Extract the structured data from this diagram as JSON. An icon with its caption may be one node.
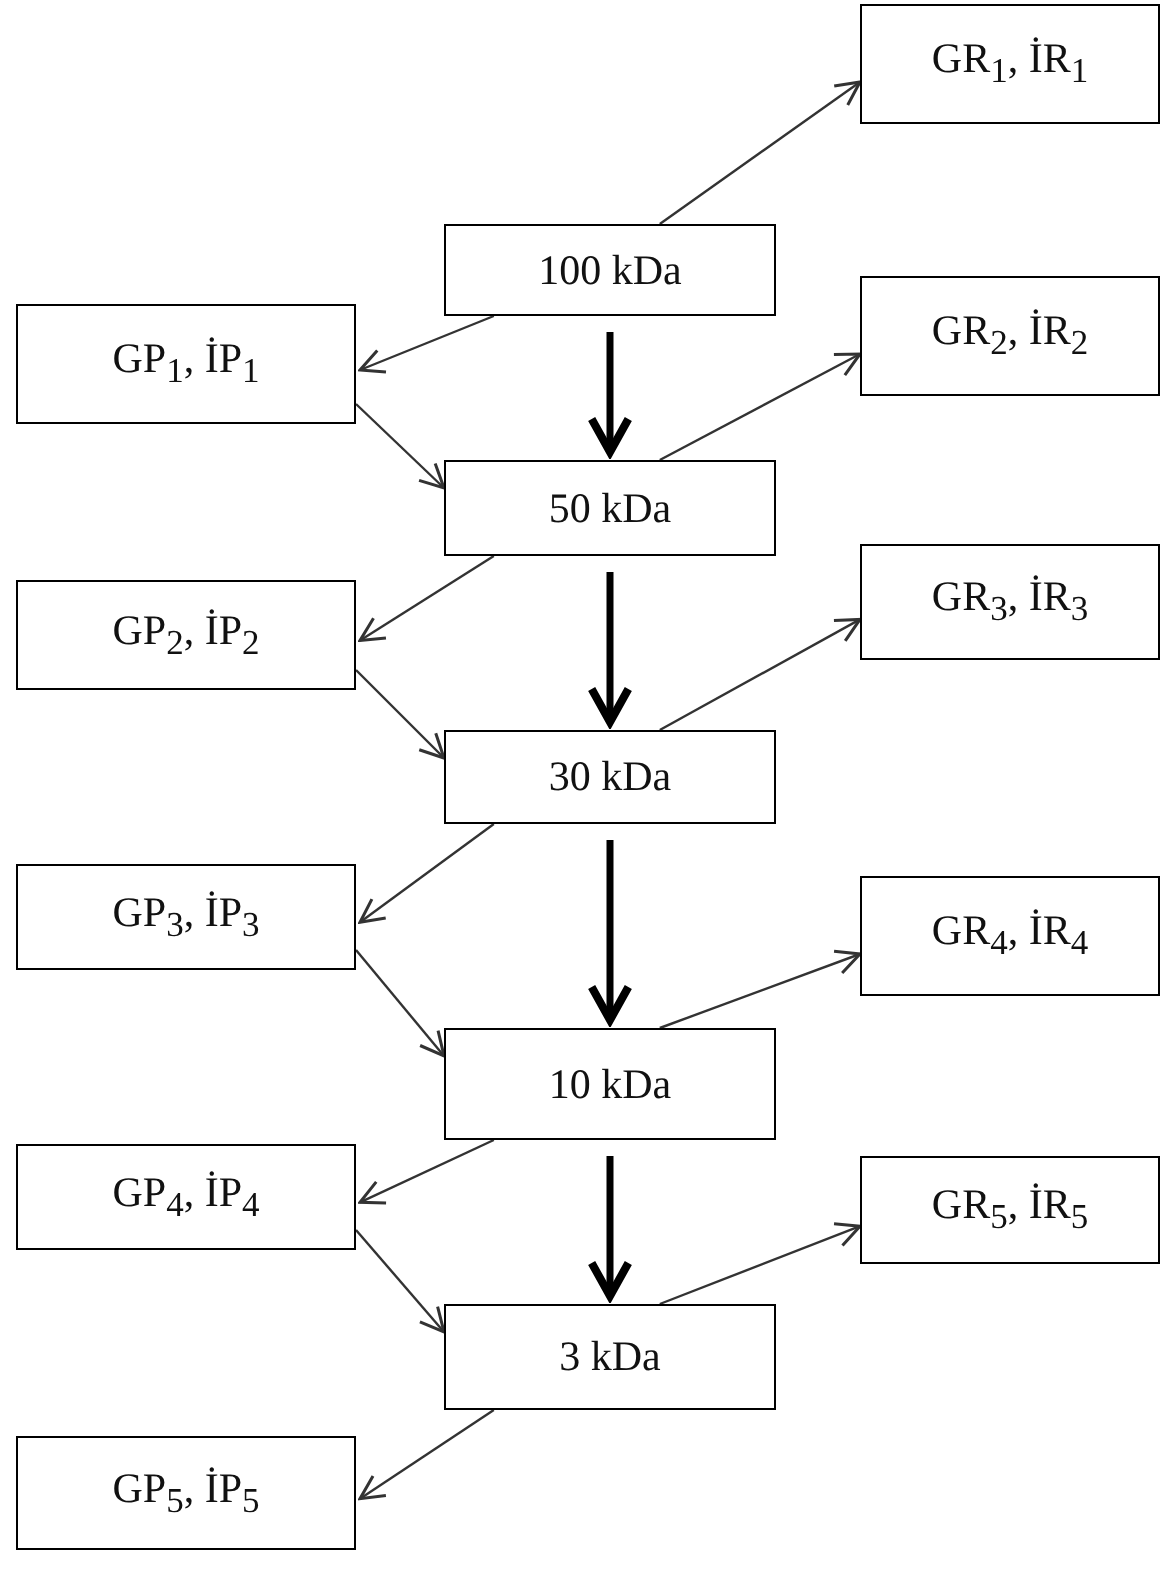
{
  "diagram": {
    "nodes": [
      {
        "text": [
          "GR$_{1}$, İR$_{1}$"
        ]
      },
      {
        "text": [
          "100 kDa"
        ]
      },
      {
        "text": [
          "GP$_{1}$, İP$_{1}$"
        ]
      },
      {
        "text": [
          "GR$_{2}$, İR$_{2}$"
        ]
      },
      {
        "text": [
          "50 kDa"
        ]
      },
      {
        "text": [
          "GP$_{2}$, İP$_{2}$"
        ]
      },
      {
        "text": [
          "GR$_{3}$, İR$_{3}$"
        ]
      },
      {
        "text": [
          "30 kDa"
        ]
      },
      {
        "text": [
          "GP$_{3}$, İP$_{3}$"
        ]
      },
      {
        "text": [
          "GR$_{4}$, İR$_{4}$"
        ]
      },
      {
        "text": [
          "10 kDa"
        ]
      },
      {
        "text": [
          "GP$_{4}$, İP$_{4}$"
        ]
      },
      {
        "text": [
          "GR$_{5}$, İR$_{5}$"
        ]
      },
      {
        "text": [
          "3 kDa"
        ]
      },
      {
        "text": [
          "GP$_{5}$, İP$_{5}$"
        ]
      }
    ],
    "edges": [
      {
        "from": 1,
        "to": 0,
        "arrow": "to"
      },
      {
        "from": 1,
        "to": 2,
        "arrow": "to"
      },
      {
        "from": 1,
        "to": 4,
        "arrow": "to",
        "style": "thick"
      },
      {
        "from": 2,
        "to": 4,
        "arrow": "to"
      },
      {
        "from": 4,
        "to": 3,
        "arrow": "to"
      },
      {
        "from": 4,
        "to": 5,
        "arrow": "to"
      },
      {
        "from": 4,
        "to": 7,
        "arrow": "to",
        "style": "thick"
      },
      {
        "from": 5,
        "to": 7,
        "arrow": "to"
      },
      {
        "from": 7,
        "to": 6,
        "arrow": "to"
      },
      {
        "from": 7,
        "to": 8,
        "arrow": "to"
      },
      {
        "from": 7,
        "to": 10,
        "arrow": "to",
        "style": "thick"
      },
      {
        "from": 8,
        "to": 10,
        "arrow": "to"
      },
      {
        "from": 10,
        "to": 9,
        "arrow": "to"
      },
      {
        "from": 10,
        "to": 11,
        "arrow": "to"
      },
      {
        "from": 10,
        "to": 13,
        "arrow": "to",
        "style": "thick"
      },
      {
        "from": 11,
        "to": 13,
        "arrow": "to"
      },
      {
        "from": 13,
        "to": 12,
        "arrow": "to"
      },
      {
        "from": 13,
        "to": 14,
        "arrow": "to"
      }
    ]
  }
}
